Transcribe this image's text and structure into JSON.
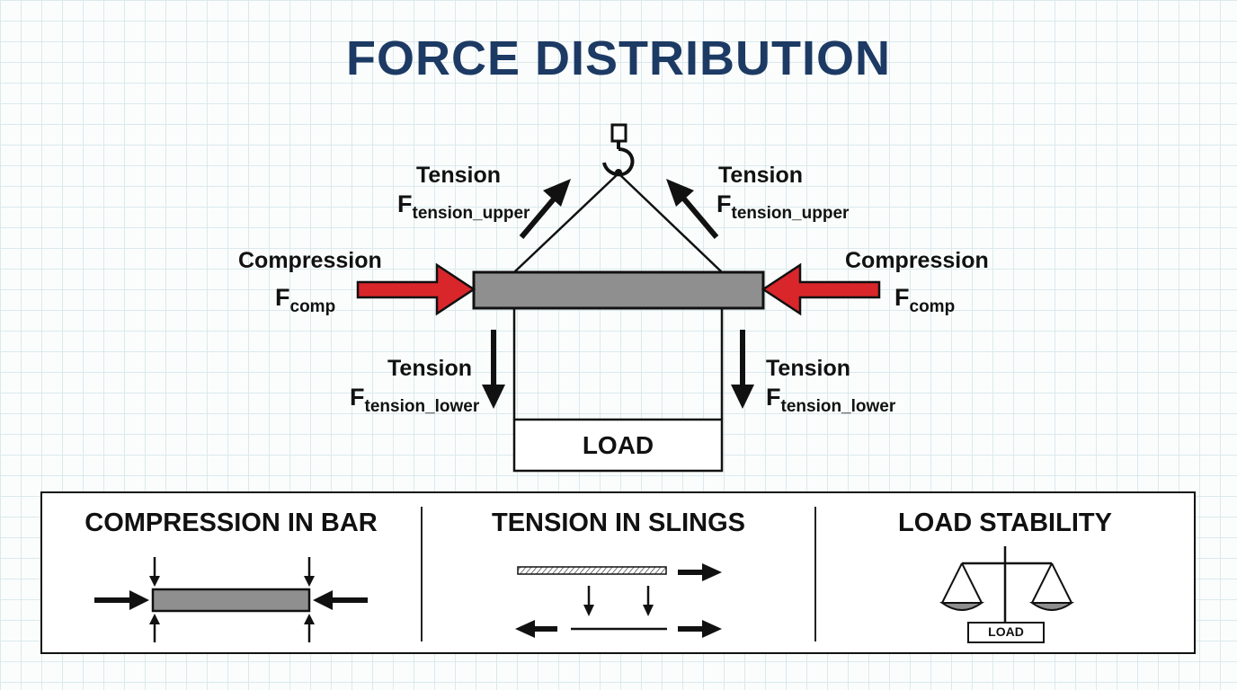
{
  "title": "FORCE DISTRIBUTION",
  "diagram": {
    "left_tension_upper": {
      "label": "Tension",
      "symbol": "F",
      "subscript": "tension_upper"
    },
    "right_tension_upper": {
      "label": "Tension",
      "symbol": "F",
      "subscript": "tension_upper"
    },
    "left_compression": {
      "label": "Compression",
      "symbol": "F",
      "subscript": "comp"
    },
    "right_compression": {
      "label": "Compression",
      "symbol": "F",
      "subscript": "comp"
    },
    "left_tension_lower": {
      "label": "Tension",
      "symbol": "F",
      "subscript": "tension_lower"
    },
    "right_tension_lower": {
      "label": "Tension",
      "symbol": "F",
      "subscript": "tension_lower"
    },
    "load_label": "LOAD"
  },
  "panels": [
    {
      "title": "COMPRESSION IN BAR"
    },
    {
      "title": "TENSION IN SLINGS"
    },
    {
      "title": "LOAD STABILITY",
      "load_label": "LOAD"
    }
  ],
  "colors": {
    "title": "#1c3a63",
    "compression_arrow": "#d9262b",
    "bar": "#8f8f8f",
    "grid": "#dbe9ec"
  }
}
